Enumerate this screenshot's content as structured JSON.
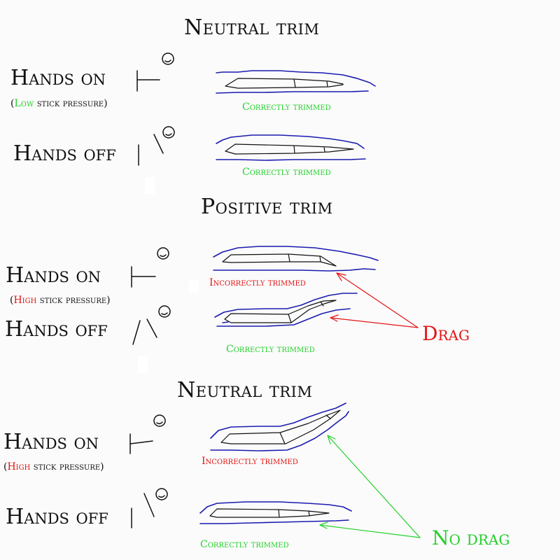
{
  "colors": {
    "green": "#22d02a",
    "red": "#e41414",
    "blue": "#1b1bb0",
    "black": "#111111"
  },
  "sections": [
    {
      "title": "Neutral trim",
      "rows": [
        {
          "label": "Hands on",
          "note_open": "(",
          "note_highlight": "Low",
          "note_rest": " stick pressure)",
          "status": "Correctly trimmed",
          "status_color": "green"
        },
        {
          "label": "Hands off",
          "status": "Correctly trimmed",
          "status_color": "green"
        }
      ]
    },
    {
      "title": "Positive trim",
      "rows": [
        {
          "label": "Hands on",
          "note_open": "(",
          "note_highlight": "High",
          "note_rest": " stick pressure)",
          "status": "Incorrectly trimmed",
          "status_color": "red"
        },
        {
          "label": "Hands off",
          "status": "Correctly trimmed",
          "status_color": "green"
        }
      ],
      "callout": "Drag"
    },
    {
      "title": "Neutral trim",
      "rows": [
        {
          "label": "Hands on",
          "note_open": "(",
          "note_highlight": "High",
          "note_rest": " stick pressure)",
          "status": "Incorrectly trimmed",
          "status_color": "red"
        },
        {
          "label": "Hands off",
          "status": "Correctly trimmed",
          "status_color": "green"
        }
      ],
      "callout": "No drag"
    }
  ]
}
